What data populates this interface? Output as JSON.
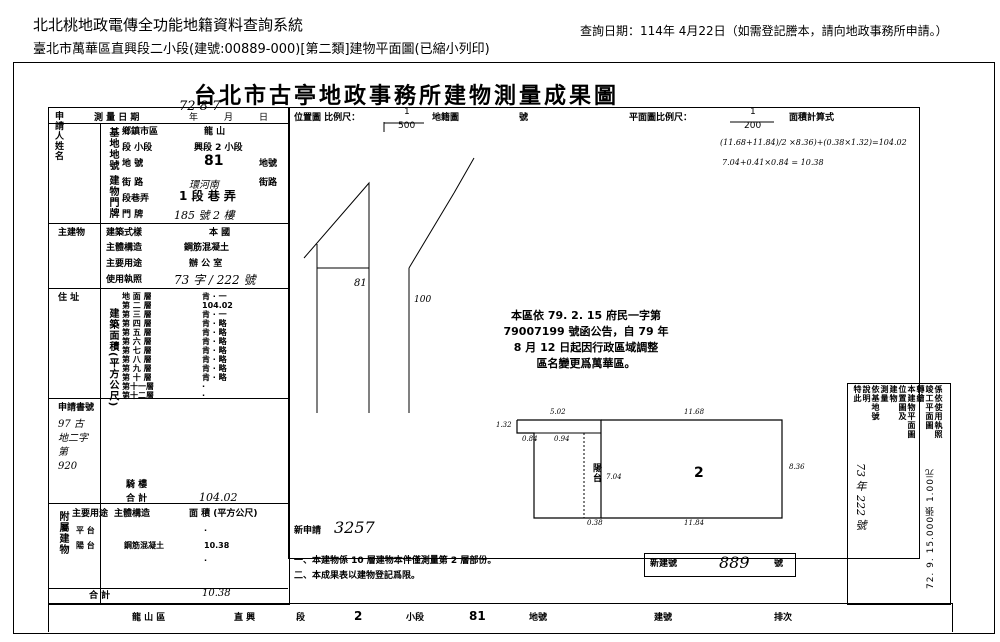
{
  "header": {
    "system_title": "北北桃地政電傳全功能地籍資料查詢系統",
    "query_date": "查詢日期：114年 4月22日（如需登記謄本，請向地政事務所申請。）",
    "subtitle": "臺北市萬華區直興段二小段(建號:00889-000)[第二類]建物平面圖(已縮小列印)"
  },
  "sheet": {
    "title": "台北市古亭地政事務所建物測量成果圖",
    "survey_date": "72 8 7",
    "survey_date_label": "測 量 日 期",
    "date_units": [
      "年",
      "月",
      "日"
    ],
    "applicant_label": "申請人姓名",
    "location_label": "位置圖 比例尺：",
    "location_scale_num": "1",
    "location_scale_den": "500",
    "map_label": "地籍圖",
    "map_no_label": "號",
    "plan_scale_label": "平面圖比例尺：",
    "plan_scale_num": "1",
    "plan_scale_den": "200",
    "area_formula_label": "面積計算式",
    "formula_line1": "(11.68+11.84)/2 ×8.36)+(0.38×1.32)=104.02",
    "formula_line2": "7.04+0.41×0.84 = 10.38",
    "land": {
      "group_label": "基地地號",
      "district_label": "鄉鎮市區",
      "district_value": "龍 山",
      "section_label": "段 小段",
      "section_value": "興段 2 小段",
      "land_no_label": "地 號",
      "land_no_value": "81",
      "land_no_unit": "地號"
    },
    "address": {
      "group_label": "建物門牌",
      "street_label": "街 路",
      "street_value": "環河南",
      "street_unit": "街路",
      "lane_label": "段巷弄",
      "lane_value": "1 段 巷 弄",
      "number_label": "門 牌",
      "number_value": "185 號 2 樓"
    },
    "main_building_label": "主建物",
    "building_style_label": "建築式樣",
    "building_style_value": "本 國",
    "structure_label": "主體構造",
    "structure_value": "鋼筋混凝土",
    "usage_label": "主要用途",
    "usage_value": "辦 公 室",
    "license_label": "使用執照",
    "license_value": "73 字 / 222 號",
    "floors_group_label": "建築面積(平方公尺)",
    "address_label": "住 址",
    "floors": [
      {
        "label": "地 面 層",
        "value": "肯 · 一"
      },
      {
        "label": "第 二 層",
        "value": "104.02"
      },
      {
        "label": "第 三 層",
        "value": "肯 · 一"
      },
      {
        "label": "第 四 層",
        "value": "肯 · 略"
      },
      {
        "label": "第 五 層",
        "value": "肯 · 略"
      },
      {
        "label": "第 六 層",
        "value": "肯 · 略"
      },
      {
        "label": "第 七 層",
        "value": "肯 · 略"
      },
      {
        "label": "第 八 層",
        "value": "肯 · 略"
      },
      {
        "label": "第 九 層",
        "value": "肯 · 略"
      },
      {
        "label": "第 十 層",
        "value": "肯 · 略"
      },
      {
        "label": "第十一層",
        "value": "·"
      },
      {
        "label": "第十二層",
        "value": "·"
      }
    ],
    "applicant_id_label": "申請書號",
    "applicant_id_value": "97 古地二字第 920",
    "attic_label": "騎 樓",
    "total_label": "合 計",
    "total_value": "104.02",
    "annex_label": "附屬建物",
    "annex_col1": "主要用途",
    "annex_col2": "主體構造",
    "annex_col3": "面 積 (平方公尺)",
    "annex_rows": [
      {
        "usage": "平 台",
        "structure": "",
        "area": "·"
      },
      {
        "usage": "陽 台",
        "structure": "鋼筋混凝土",
        "area": "10.38"
      },
      {
        "usage": "",
        "structure": "",
        "area": "·"
      }
    ],
    "annex_total_label": "合 計",
    "annex_total_value": "10.38",
    "apply_no_label": "新申請",
    "apply_no_value": "3257",
    "notes": [
      "一、本建物係 10 層建物本件僅測量第 2 層部份。",
      "二、本成果表以建物登記爲限。"
    ],
    "notice": [
      "本區依 79. 2. 15 府民一字第",
      "79007199 號函公告，自 79 年",
      "8 月 12 日起因行政區域調整",
      "區名變更爲萬華區。"
    ],
    "new_building_label": "新建號",
    "new_building_value": "889",
    "new_building_unit": "號",
    "side_note_cols": [
      "係依使用執照",
      "竣工平面圖",
      "轉繪",
      "本建物平面圖",
      "位置圖及",
      "建物",
      "測量",
      "依基地號",
      "說明",
      "特此"
    ],
    "side_note_value": "73 年 222 號",
    "stamp": "72. 9. 15.000張 1.00元",
    "footer": {
      "district_label": "龍 山 區",
      "section_label": "直 興",
      "section_unit": "段",
      "subsection_value": "2",
      "subsection_label": "小段",
      "land_no_value": "81",
      "land_no_label": "地號",
      "building_no_label": "建號",
      "sheet_label": "排次"
    },
    "position_sketch_labels": {
      "parcel": "81",
      "edge": "100"
    },
    "plan_labels": {
      "unit": "2",
      "balcony": "陽台",
      "top_dim": "11.68",
      "top_left_dim": "5.02",
      "left_dim": "1.32",
      "inner_top": "0.94",
      "inner_left": "0.84",
      "balcony_dim": "7.04",
      "right_dim": "8.36",
      "bottom_dim": "11.84",
      "bottom_left": "0.38"
    }
  }
}
